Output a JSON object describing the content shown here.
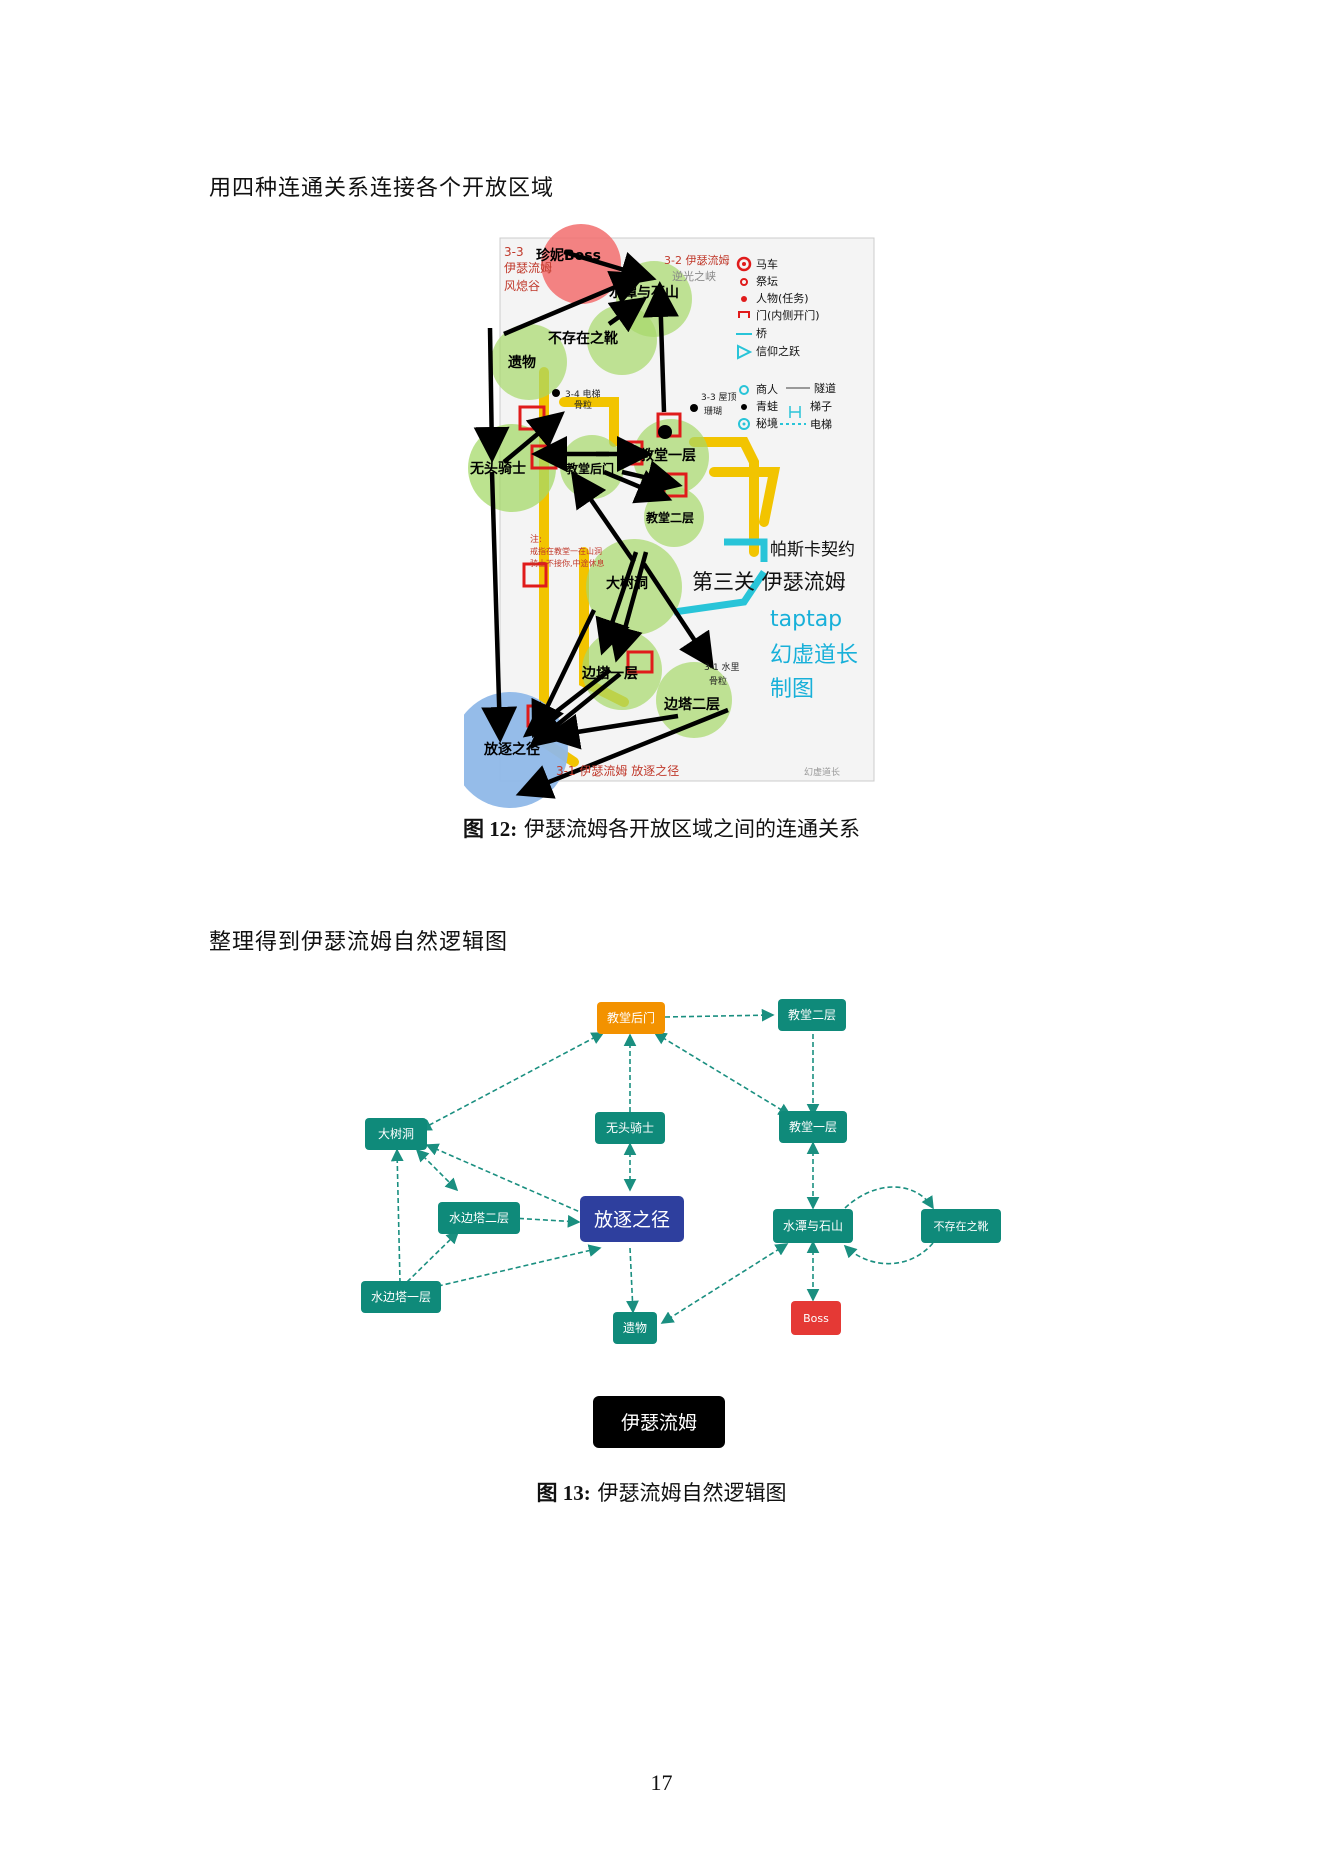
{
  "heading_1": "用四种连通关系连接各个开放区域",
  "heading_2": "整理得到伊瑟流姆自然逻辑图",
  "figure_12": {
    "caption_label": "图 12:",
    "caption_text": "伊瑟流姆各开放区域之间的连通关系",
    "region_labels": [
      "珍妮Boss",
      "水潭与石山",
      "不存在之靴",
      "遗物",
      "无头骑士",
      "教堂后门",
      "教堂一层",
      "教堂二层",
      "大树洞",
      "边塔一层",
      "边塔二层",
      "放逐之径"
    ],
    "map_labels": {
      "area_33": "3-3",
      "area_33_name": "伊瑟流姆",
      "area_33_sub": "风熄谷",
      "area_32": "3-2 伊瑟流姆",
      "area_32_sub": "逆光之峡",
      "area_34": "3-4 电梯",
      "area_34_sub": "骨粒",
      "area_33b": "3-3 屋顶",
      "area_33b_sub": "珊瑚",
      "area_31": "3-1 水里",
      "area_31_sub": "骨粒",
      "area_31_bottom": "3-1 伊瑟流姆 放逐之径",
      "note": "注:",
      "note_1": "戒指在教堂一在山洞",
      "note_2": "骑士不接你,中途休息",
      "pact": "帕斯卡契约",
      "chapter": "第三关 伊瑟流姆",
      "brand": "taptap",
      "author": "幻虚道长",
      "made": "制图",
      "watermark": "幻虚道长"
    },
    "legend": [
      "马车",
      "祭坛",
      "人物(任务)",
      "门(内侧开门)",
      "桥",
      "信仰之跃",
      "商人",
      "青蛙",
      "秘境",
      "隧道",
      "梯子",
      "电梯"
    ]
  },
  "figure_13": {
    "caption_label": "图 13:",
    "caption_text": "伊瑟流姆自然逻辑图",
    "title": "伊瑟流姆",
    "nodes": {
      "church_back": "教堂后门",
      "church_2f": "教堂二层",
      "big_tree": "大树洞",
      "headless": "无头骑士",
      "church_1f": "教堂一层",
      "tower_2f": "水边塔二层",
      "exile": "放逐之径",
      "pool": "水潭与石山",
      "boots": "不存在之靴",
      "tower_1f": "水边塔一层",
      "relic": "遗物",
      "boss": "Boss"
    },
    "colors": {
      "teal": "#0f8a7a",
      "orange": "#f39200",
      "indigo": "#2e3f9e",
      "red": "#e53935",
      "black": "#000000",
      "edge": "#1a8f80"
    }
  },
  "page_number": "17"
}
